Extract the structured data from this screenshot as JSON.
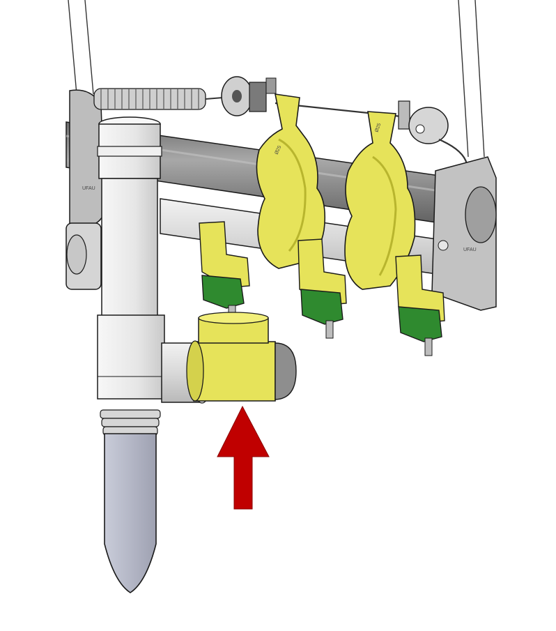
{
  "diagram": {
    "type": "technical-illustration",
    "colors": {
      "background": "#ffffff",
      "outline": "#1a1a1a",
      "steel_pipe": "#8c8c8c",
      "steel_pipe_light": "#b5b5b5",
      "water_pipe": "#d6d6d6",
      "white_fitting": "#ececec",
      "yellow_part": "#e6e35a",
      "yellow_shadow": "#b8b52e",
      "green_part": "#2f8a2f",
      "green_dark": "#1e5e1e",
      "bottle": "#b9bccb",
      "arrow": "#c00000",
      "metal_gray": "#a9a9a9"
    },
    "stamped_marks": [
      {
        "id": "clamp-mark-1",
        "text": "Ø25"
      },
      {
        "id": "clamp-mark-2",
        "text": "Ø25"
      },
      {
        "id": "bracket-mark-left",
        "text": "UFAU"
      },
      {
        "id": "bracket-mark-right",
        "text": "UFAU"
      }
    ],
    "nipple_count": 3,
    "callout": {
      "kind": "arrow",
      "direction": "up"
    }
  }
}
